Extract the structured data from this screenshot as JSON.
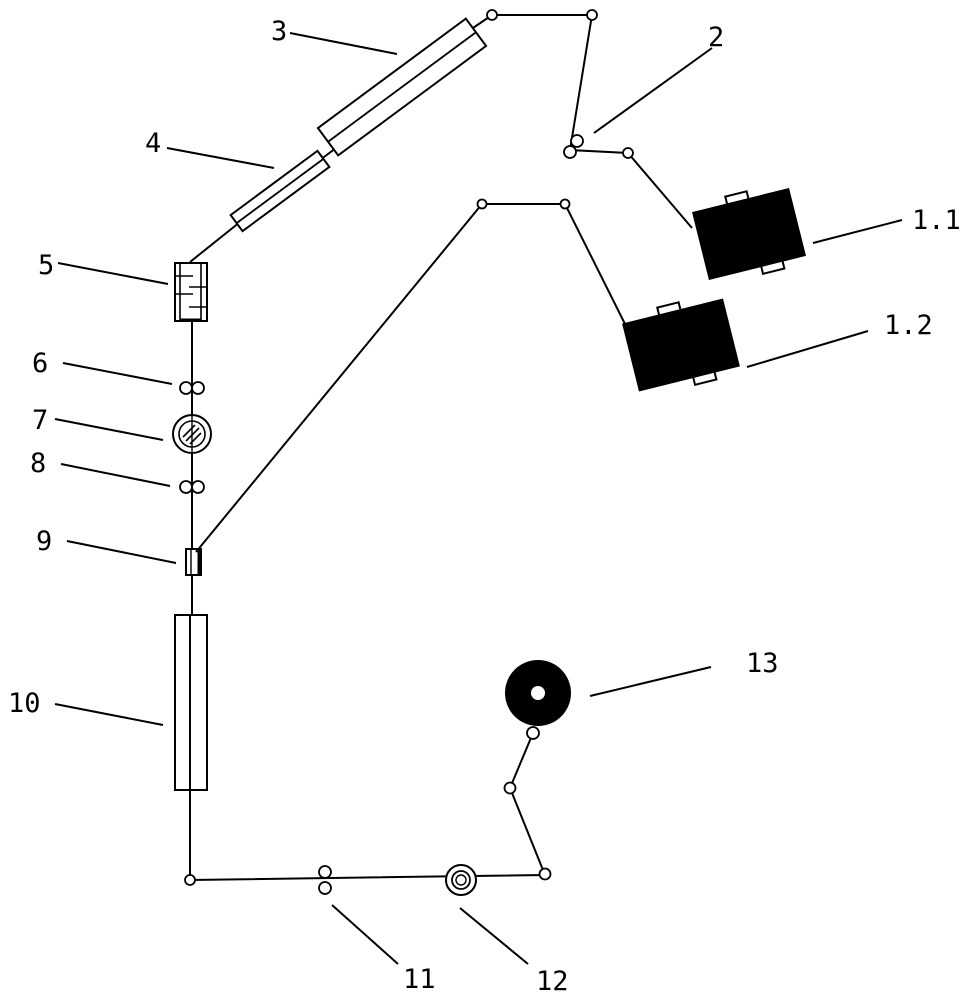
{
  "figure": {
    "labels": {
      "l1_1": "1.1",
      "l1_2": "1.2",
      "l2": "2",
      "l3": "3",
      "l4": "4",
      "l5": "5",
      "l6": "6",
      "l7": "7",
      "l8": "8",
      "l9": "9",
      "l10": "10",
      "l11": "11",
      "l12": "12",
      "l13": "13"
    },
    "colors": {
      "line": "#000000",
      "background": "#ffffff"
    }
  }
}
